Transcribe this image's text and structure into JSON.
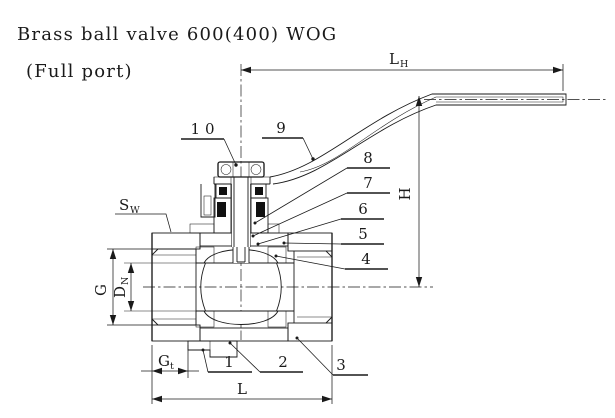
{
  "title": {
    "line1": "Brass ball valve 600(400) WOG",
    "line2": "(Full port)"
  },
  "dimension_labels": {
    "handle_length": {
      "main": "L",
      "sub": "H"
    },
    "height": {
      "main": "H",
      "sub": ""
    },
    "wrench_size": {
      "main": "S",
      "sub": "W"
    },
    "thread_diameter": {
      "main": "G",
      "sub": ""
    },
    "nominal_bore": {
      "main": "D",
      "sub": "N"
    },
    "thread_length": {
      "main": "G",
      "sub": "t"
    },
    "overall_length": {
      "main": "L",
      "sub": ""
    }
  },
  "part_labels": [
    "1",
    "2",
    "3",
    "4",
    "5",
    "6",
    "7",
    "8",
    "9",
    "10"
  ],
  "colors": {
    "line": "#1a1a1a",
    "background": "#ffffff"
  }
}
